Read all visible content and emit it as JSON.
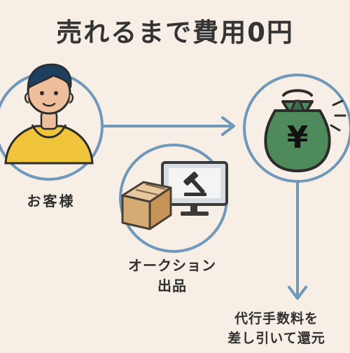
{
  "title": "売れるまで費用0円",
  "nodes": {
    "customer": {
      "label": "お客様"
    },
    "auction": {
      "label_line1": "オークション",
      "label_line2": "出品"
    },
    "money": {
      "symbol": "¥",
      "label_line1": "代行手数料を",
      "label_line2": "差し引いて還元"
    }
  },
  "colors": {
    "background": "#f7efe6",
    "circle_stroke": "#6f98bb",
    "arrow": "#6f98bb",
    "money_bag": "#4f8a5d",
    "shirt": "#f1c53b",
    "hair": "#1f3f5f"
  },
  "icons": {
    "customer": "person-icon",
    "auction": "gavel-monitor-box-icon",
    "money": "money-bag-icon"
  }
}
